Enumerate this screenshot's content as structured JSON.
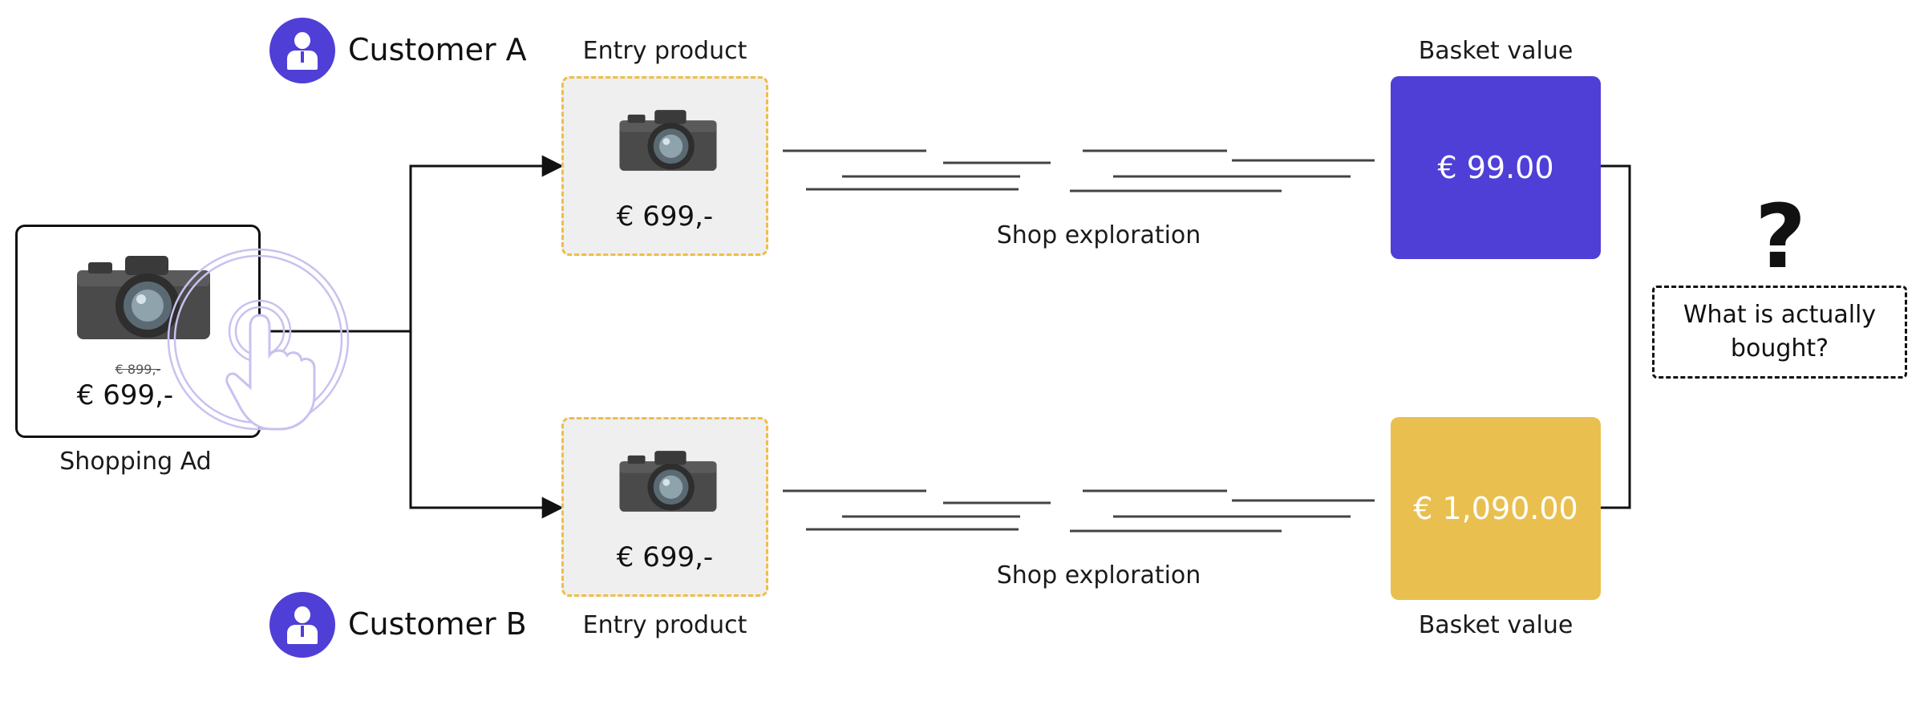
{
  "shopping_ad": {
    "old_price": "€ 899,-",
    "price": "€ 699,-",
    "label": "Shopping Ad"
  },
  "customer_a": {
    "name": "Customer A",
    "entry_label": "Entry product",
    "entry_price": "€ 699,-",
    "exploration_label": "Shop exploration",
    "basket_label": "Basket value",
    "basket_value": "€ 99.00",
    "basket_color": "#4f3fd6"
  },
  "customer_b": {
    "name": "Customer B",
    "entry_label": "Entry product",
    "entry_price": "€ 699,-",
    "exploration_label": "Shop exploration",
    "basket_label": "Basket value",
    "basket_value": "€ 1,090.00",
    "basket_color": "#e9c04f"
  },
  "question": {
    "mark": "?",
    "text": "What is actually bought?"
  },
  "icons": {
    "customer": "person-icon",
    "product": "camera-icon",
    "click": "pointer-hand-icon"
  },
  "colors": {
    "accent": "#4f3fd6",
    "gold": "#e9c04f",
    "dashed_border": "#f1bd45"
  }
}
